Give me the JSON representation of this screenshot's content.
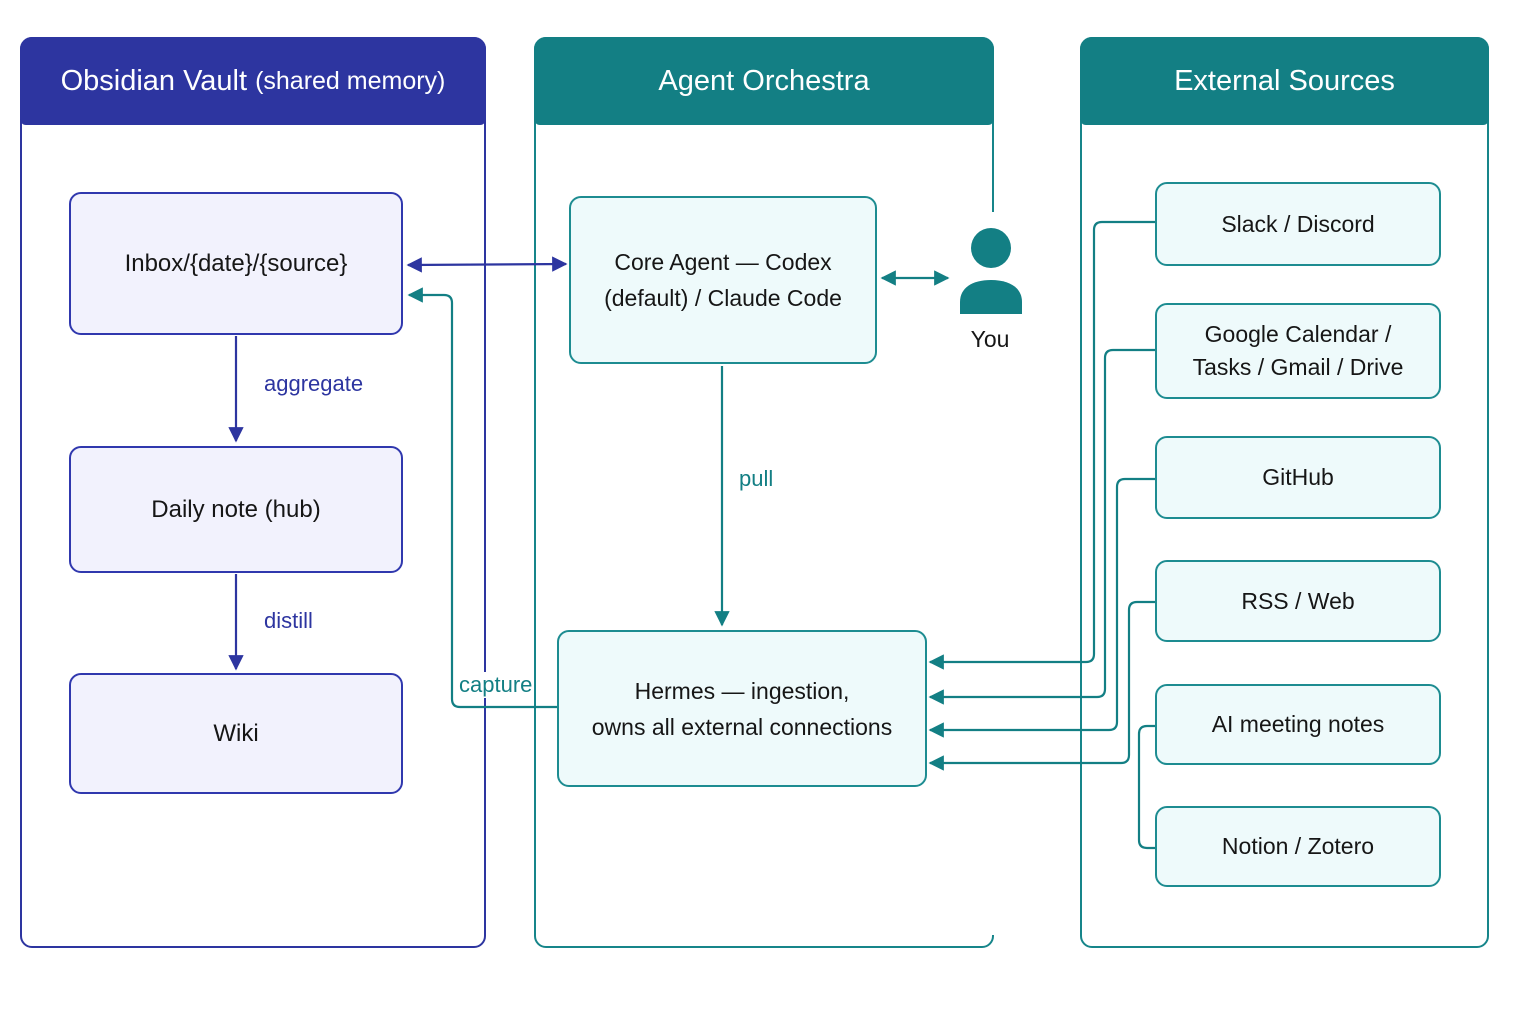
{
  "lanes": {
    "vault": {
      "title": "Obsidian Vault",
      "subtitle": "(shared memory)"
    },
    "orchestra": {
      "title": "Agent Orchestra"
    },
    "external": {
      "title": "External Sources"
    }
  },
  "vault_nodes": {
    "inbox": "Inbox/{date}/{source}",
    "daily": "Daily note (hub)",
    "wiki": "Wiki"
  },
  "orchestra_nodes": {
    "core_agent": [
      "Core Agent — Codex",
      "(default) / Claude Code"
    ],
    "hermes": [
      "Hermes — ingestion,",
      "owns all external connections"
    ],
    "you": "You"
  },
  "sources": {
    "slack": [
      "Slack / Discord"
    ],
    "google": [
      "Google Calendar /",
      "Tasks / Gmail / Drive"
    ],
    "github": [
      "GitHub"
    ],
    "rss": [
      "RSS / Web"
    ],
    "ai_notes": [
      "AI meeting notes"
    ],
    "notion": [
      "Notion / Zotero"
    ]
  },
  "edge_labels": {
    "aggregate": "aggregate",
    "distill": "distill",
    "pull": "pull",
    "capture": "capture"
  },
  "icons": {
    "person": "person-icon"
  },
  "colors": {
    "vault": "#2d35a0",
    "orchestra": "#137f84",
    "vault_node_fill": "#f2f2fd",
    "teal_node_fill": "#eefafb",
    "text": "#161616"
  }
}
